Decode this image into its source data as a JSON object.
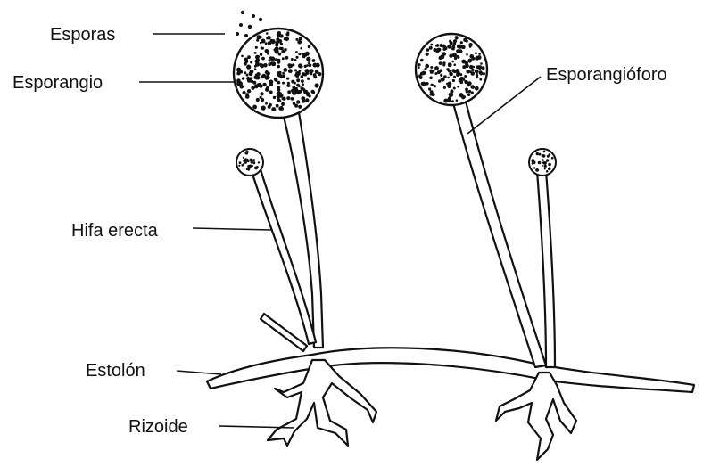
{
  "labels": {
    "esporas": "Esporas",
    "esporangio": "Esporangio",
    "esporangioforo": "Esporangióforo",
    "hifa_erecta": "Hifa erecta",
    "estolon": "Estolón",
    "rizoide": "Rizoide"
  },
  "colors": {
    "ink": "#111111",
    "background": "#ffffff"
  }
}
